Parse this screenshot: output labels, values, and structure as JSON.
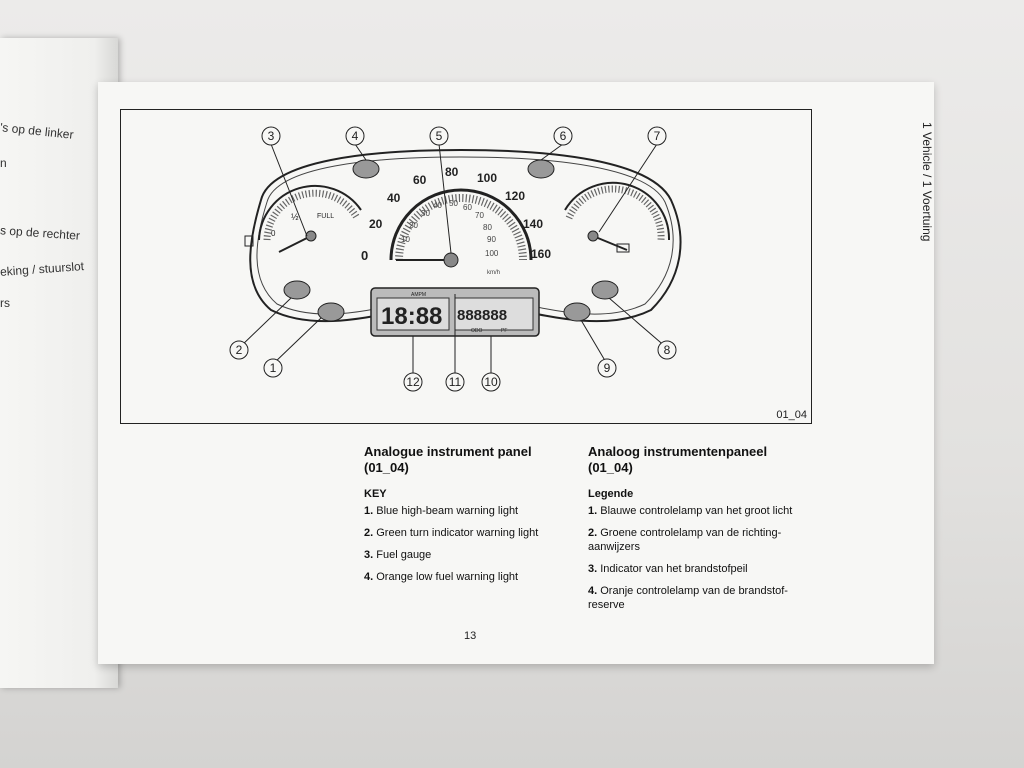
{
  "left_page": {
    "lines": [
      "'s op de linker",
      "n",
      "s op de rechter",
      "eking / stuurslot",
      "rs"
    ]
  },
  "figure": {
    "code": "01_04",
    "callouts": [
      "1",
      "2",
      "3",
      "4",
      "5",
      "6",
      "7",
      "8",
      "9",
      "10",
      "11",
      "12"
    ],
    "speedometer": {
      "outer_scale": [
        "20",
        "40",
        "60",
        "80",
        "100",
        "120",
        "140",
        "160"
      ],
      "inner_scale": [
        "10",
        "20",
        "30",
        "40",
        "50",
        "60",
        "70",
        "80",
        "90",
        "100"
      ],
      "zero_label": "0",
      "unit": "km/h"
    },
    "fuel_gauge": {
      "half_label": "½",
      "full_label": "FULL",
      "zero_label": "0"
    },
    "display": {
      "clock": "18:88",
      "odometer": "888888",
      "labels": {
        "ampm": "AMPM",
        "odo": "ODO",
        "pf": "PF"
      }
    }
  },
  "side_label": "1 Vehicle / 1 Voertuing",
  "english": {
    "title_line1": "Analogue instrument panel",
    "title_line2": "(01_04)",
    "key_label": "KEY",
    "items": [
      {
        "num": "1.",
        "text": "Blue high-beam warning light"
      },
      {
        "num": "2.",
        "text": "Green turn indicator warning light"
      },
      {
        "num": "3.",
        "text": "Fuel gauge"
      },
      {
        "num": "4.",
        "text": "Orange low fuel warning light"
      }
    ]
  },
  "dutch": {
    "title_line1": "Analoog instrumentenpaneel",
    "title_line2": "(01_04)",
    "key_label": "Legende",
    "items": [
      {
        "num": "1.",
        "text": "Blauwe controlelamp van het groot licht"
      },
      {
        "num": "2.",
        "text": "Groene controlelamp van de richting-aanwijzers"
      },
      {
        "num": "3.",
        "text": "Indicator van het brandstofpeil"
      },
      {
        "num": "4.",
        "text": "Oranje controlelamp van de brandstof-reserve"
      }
    ]
  },
  "page_number": "13"
}
